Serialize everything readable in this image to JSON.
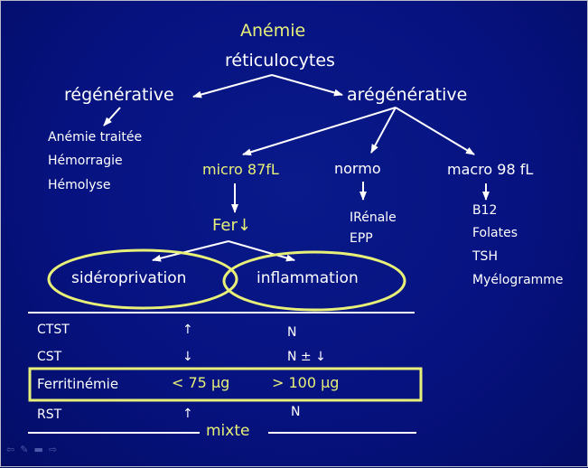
{
  "title": "Anémie",
  "subtitle": "réticulocytes",
  "branches": {
    "left": "régénérative",
    "right": "arégénérative"
  },
  "regenerative_causes": [
    "Anémie traitée",
    "Hémorragie",
    "Hémolyse"
  ],
  "aregenerative": {
    "micro": "micro 87fL",
    "normo": "normo",
    "macro": "macro 98 fL"
  },
  "fer": "Fer↓",
  "normo_causes": [
    "IRénale",
    "EPP"
  ],
  "macro_causes": [
    "B12",
    "Folates",
    "TSH",
    "Myélogramme"
  ],
  "ellipses": {
    "left": "sidéroprivation",
    "right": "inflammation"
  },
  "table": {
    "rows": [
      {
        "label": "CTST",
        "sidero": "↑",
        "inflam": "N"
      },
      {
        "label": "CST",
        "sidero": "↓",
        "inflam": "N ± ↓"
      },
      {
        "label": "Ferritinémie",
        "sidero": "< 75 µg",
        "inflam": "> 100 µg"
      },
      {
        "label": "RST",
        "sidero": "↑",
        "inflam": "N"
      }
    ],
    "footer": "mixte"
  },
  "colors": {
    "background": "#061280",
    "highlight": "#e8f078",
    "text": "#ffffff"
  },
  "nav_icons": [
    "arrow-left-icon",
    "pen-icon",
    "menu-icon",
    "arrow-right-icon"
  ]
}
